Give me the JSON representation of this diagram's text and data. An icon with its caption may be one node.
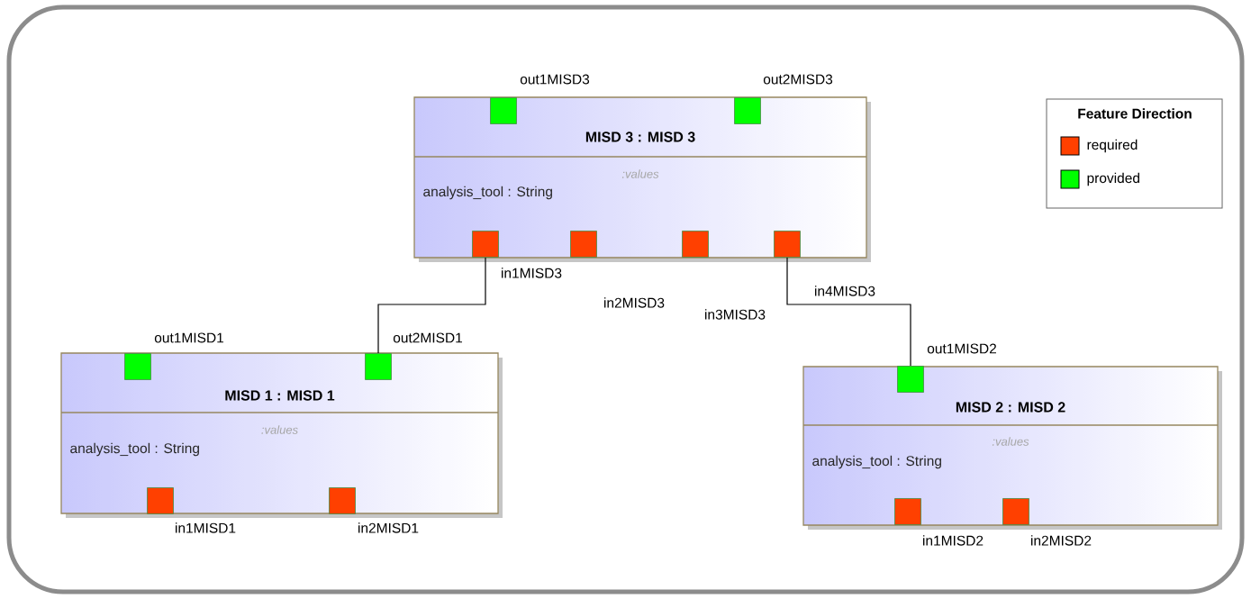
{
  "diagram": {
    "nodes": [
      {
        "text": [
          "MISD 3 : MISD 3",
          ":values",
          "analysis_tool : String"
        ]
      },
      {
        "text": [],
        "shape": "box",
        "beside": [
          "out1MISD3"
        ],
        "in": 0
      },
      {
        "text": [],
        "shape": "box",
        "beside": [
          "out2MISD3"
        ],
        "in": 0
      },
      {
        "text": [],
        "shape": "box",
        "beside": [
          "in1MISD3"
        ],
        "in": 0
      },
      {
        "text": [],
        "shape": "box",
        "beside": [
          "in2MISD3"
        ],
        "in": 0
      },
      {
        "text": [],
        "shape": "box",
        "beside": [
          "in3MISD3"
        ],
        "in": 0
      },
      {
        "text": [],
        "shape": "box",
        "beside": [
          "in4MISD3"
        ],
        "in": 0
      },
      {
        "text": [
          "MISD 1 : MISD 1",
          ":values",
          "analysis_tool : String"
        ]
      },
      {
        "text": [],
        "shape": "box",
        "beside": [
          "out1MISD1"
        ],
        "in": 7
      },
      {
        "text": [],
        "shape": "box",
        "beside": [
          "out2MISD1"
        ],
        "in": 7
      },
      {
        "text": [],
        "shape": "box",
        "beside": [
          "in1MISD1"
        ],
        "in": 7
      },
      {
        "text": [],
        "shape": "box",
        "beside": [
          "in2MISD1"
        ],
        "in": 7
      },
      {
        "text": [
          "MISD 2 : MISD 2",
          ":values",
          "analysis_tool : String"
        ]
      },
      {
        "text": [],
        "shape": "box",
        "beside": [
          "out1MISD2"
        ],
        "in": 12
      },
      {
        "text": [],
        "shape": "box",
        "beside": [
          "in1MISD2"
        ],
        "in": 12
      },
      {
        "text": [],
        "shape": "box",
        "beside": [
          "in2MISD2"
        ],
        "in": 12
      }
    ],
    "edges": [
      {
        "from": 3,
        "to": 9,
        "arrow": "none"
      },
      {
        "from": 6,
        "to": 13,
        "arrow": "none"
      }
    ],
    "labels": [
      "Feature Direction"
    ],
    "legend": [
      {
        "text": "required",
        "color": "#ff4000"
      },
      {
        "text": "provided",
        "color": "#00ff00"
      }
    ]
  }
}
